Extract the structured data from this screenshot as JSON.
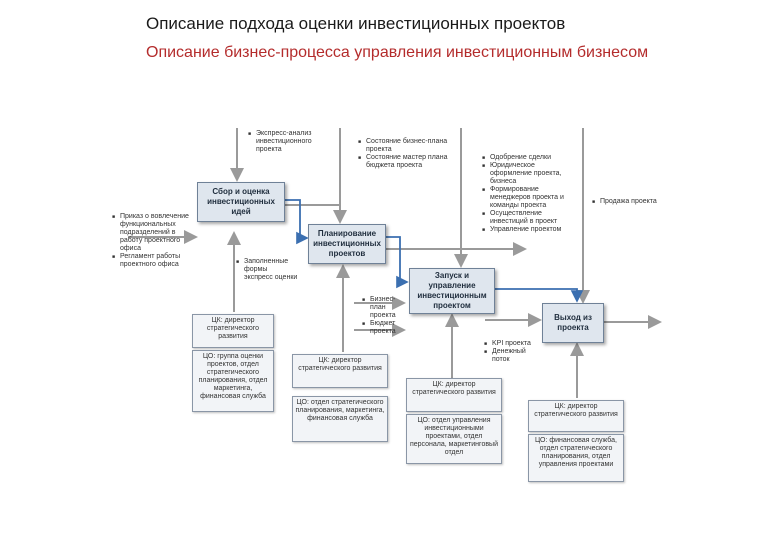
{
  "header": {
    "title": "Описание подхода оценки инвестиционных проектов",
    "subtitle": "Описание бизнес-процесса управления инвестиционным бизнесом"
  },
  "colors": {
    "line": "#9a9a9a",
    "accent": "#3b6fb0",
    "box_fill": "#dfe6ee",
    "subtitle": "#b42c2c"
  },
  "process": {
    "collect": "Сбор и оценка инвестиционных идей",
    "plan": "Планирование инвестиционных проектов",
    "launch": "Запуск и управление инвестиционным проектом",
    "exit": "Выход из проекта"
  },
  "notes": {
    "express": "Экспресс-анализ инвестиционного проекта",
    "state": [
      "Состояние бизнес-плана проекта",
      "Состояние мастер плана бюджета проекта"
    ],
    "approve": [
      "Одобрение сделки",
      "Юридическое оформление проекта, бизнеса",
      "Формирование менеджеров проекта и команды проекта",
      "Осуществление инвестиций в проект",
      "Управление проектом"
    ],
    "sale": "Продажа проекта",
    "left": [
      "Приказ о вовлечение функциональных подразделений в работу проектного офиса",
      "Регламент работы проектного офиса"
    ],
    "forms": "Заполненные формы экспресс оценки",
    "budget": [
      "Бизнес-план проекта",
      "Бюджет проекта"
    ],
    "kpi": [
      "KPI проекта",
      "Денежный поток"
    ]
  },
  "roles": {
    "r1_top": "ЦК: директор стратегического развития",
    "r1_bottom": "ЦО: группа оценки проектов, отдел стратегического планирования, отдел маркетинга, финансовая служба",
    "r2_top": "ЦК: директор стратегического развития",
    "r2_bottom": "ЦО: отдел стратегического планирования, маркетинга, финансовая служба",
    "r3_top": "ЦК: директор стратегического развития",
    "r3_bottom": "ЦО: отдел управления инвестиционными проектами, отдел персонала, маркетинговый отдел",
    "r4_top": "ЦК: директор стратегического развития",
    "r4_bottom": "ЦО: финансовая служба, отдел стратегического планирования, отдел управления проектами"
  }
}
